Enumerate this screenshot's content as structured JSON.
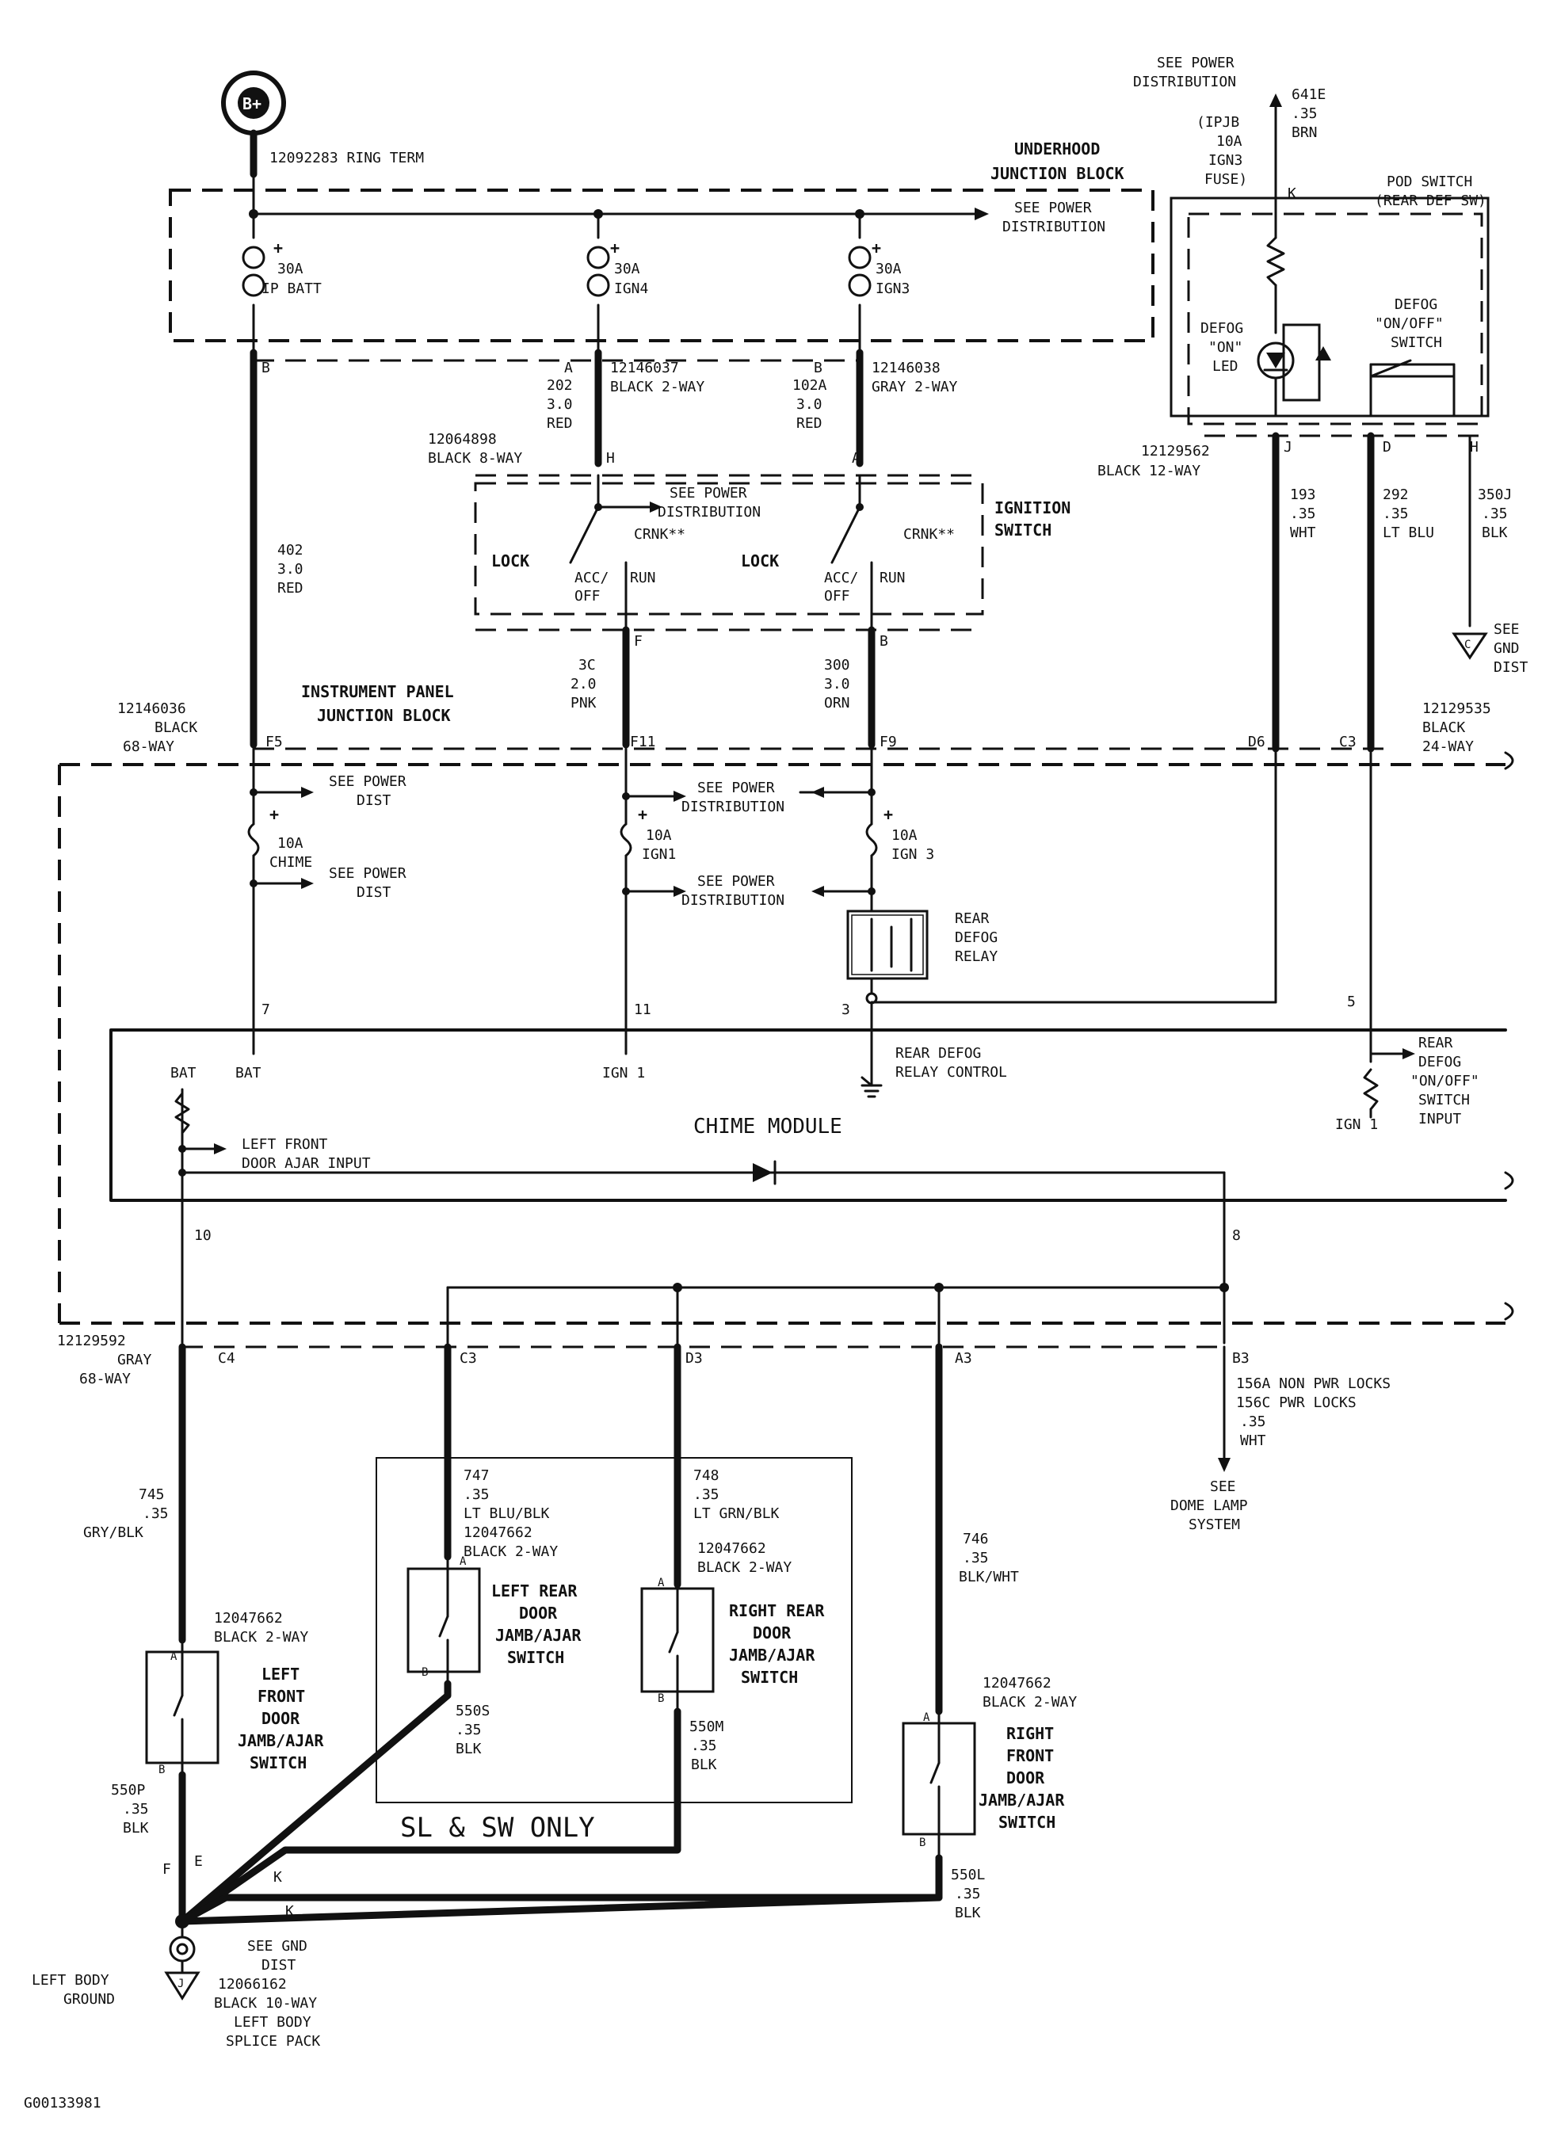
{
  "battery": {
    "label": "B+",
    "terminal": "12092283 RING TERM"
  },
  "underhood_block": {
    "title": [
      "UNDERHOOD",
      "JUNCTION BLOCK"
    ],
    "see_power": [
      "SEE POWER",
      "DISTRIBUTION"
    ],
    "fuses": [
      {
        "rating": "30A",
        "name": "IP BATT"
      },
      {
        "rating": "30A",
        "name": "IGN4"
      },
      {
        "rating": "30A",
        "name": "IGN3"
      }
    ]
  },
  "top_right": {
    "see_power": [
      "SEE POWER",
      "DISTRIBUTION"
    ],
    "wire": [
      "641E",
      ".35",
      "BRN"
    ],
    "fuse_note": [
      "(IPJB",
      "10A",
      "IGN3",
      "FUSE)"
    ],
    "pin_k": "K"
  },
  "pod_switch": {
    "title": [
      "POD SWITCH",
      "(REAR DEF SW)"
    ],
    "led": [
      "DEFOG",
      "\"ON\"",
      "LED"
    ],
    "switch": [
      "DEFOG",
      "\"ON/OFF\"",
      "SWITCH"
    ],
    "connector": [
      "12129562",
      "BLACK 12-WAY"
    ],
    "pins": [
      "J",
      "D",
      "H"
    ]
  },
  "pod_wires": [
    {
      "circuit": "193",
      "size": ".35",
      "color": "WHT"
    },
    {
      "circuit": "292",
      "size": ".35",
      "color": "LT BLU"
    },
    {
      "circuit": "350J",
      "size": ".35",
      "color": "BLK"
    }
  ],
  "see_gnd_dist": [
    "SEE",
    "GND",
    "DIST"
  ],
  "gnd_letter": "C",
  "connectors_top": [
    {
      "text": [
        "A",
        "12146037",
        "BLACK 2-WAY"
      ]
    },
    {
      "text": [
        "B",
        "12146038",
        "GRAY 2-WAY"
      ]
    }
  ],
  "wires_top": [
    {
      "circuit": "202",
      "size": "3.0",
      "color": "RED"
    },
    {
      "circuit": "102A",
      "size": "3.0",
      "color": "RED"
    },
    {
      "circuit": "402",
      "size": "3.0",
      "color": "RED"
    },
    {
      "circuit": "3C",
      "size": "2.0",
      "color": "PNK"
    },
    {
      "circuit": "300",
      "size": "3.0",
      "color": "ORN"
    }
  ],
  "ignition_switch": {
    "title": [
      "IGNITION",
      "SWITCH"
    ],
    "connector": [
      "12064898",
      "BLACK 8-WAY"
    ],
    "pin_h": "H",
    "pin_a": "A",
    "pin_f": "F",
    "pin_b": "B",
    "see_power": [
      "SEE POWER",
      "DISTRIBUTION"
    ],
    "positions": [
      "LOCK",
      "ACC/",
      "OFF",
      "RUN",
      "CRNK**",
      "LOCK",
      "ACC/",
      "OFF",
      "RUN",
      "CRNK**"
    ]
  },
  "ipjb": {
    "title": [
      "INSTRUMENT PANEL",
      "JUNCTION BLOCK"
    ],
    "connector": [
      "12146036",
      "BLACK",
      "68-WAY"
    ],
    "pins": [
      "F5",
      "F11",
      "F9",
      "D6",
      "C3"
    ],
    "connector_right": [
      "12129535",
      "BLACK",
      "24-WAY"
    ],
    "fuses": [
      {
        "rating": "10A",
        "name": "CHIME"
      },
      {
        "rating": "10A",
        "name": "IGN1"
      },
      {
        "rating": "10A",
        "name": "IGN 3"
      }
    ],
    "see_power_dist": [
      "SEE POWER",
      "DIST"
    ],
    "see_power_distribution": [
      "SEE POWER",
      "DISTRIBUTION"
    ],
    "relay": [
      "REAR",
      "DEFOG",
      "RELAY"
    ],
    "pins_bottom": [
      "7",
      "11",
      "3",
      "5"
    ]
  },
  "chime_module": {
    "title": "CHIME MODULE",
    "inputs": [
      "BAT",
      "IGN 1",
      "REAR DEFOG",
      "RELAY CONTROL"
    ],
    "bat": "BAT",
    "left_front": [
      "LEFT FRONT",
      "DOOR AJAR INPUT"
    ],
    "rear_defog": [
      "REAR",
      "DEFOG",
      "\"ON/OFF\"",
      "SWITCH",
      "INPUT"
    ],
    "ign1": "IGN 1",
    "pins": [
      "10",
      "8"
    ]
  },
  "lower_connector": {
    "text": [
      "12129592",
      "GRAY",
      "68-WAY"
    ],
    "pins": [
      "C4",
      "C3",
      "D3",
      "A3",
      "B3"
    ]
  },
  "dome": {
    "wires": [
      "156A NON PWR LOCKS",
      "156C PWR LOCKS",
      ".35",
      "WHT"
    ],
    "see": [
      "SEE",
      "DOME LAMP",
      "SYSTEM"
    ]
  },
  "door_wires": [
    {
      "circuit": "745",
      "size": ".35",
      "color": "GRY/BLK"
    },
    {
      "circuit": "747",
      "size": ".35",
      "color": "LT BLU/BLK"
    },
    {
      "circuit": "748",
      "size": ".35",
      "color": "LT GRN/BLK"
    },
    {
      "circuit": "746",
      "size": ".35",
      "color": "BLK/WHT"
    }
  ],
  "door_switches": [
    {
      "connector": [
        "12047662",
        "BLACK 2-WAY"
      ],
      "name": [
        "LEFT",
        "FRONT",
        "DOOR",
        "JAMB/AJAR",
        "SWITCH"
      ]
    },
    {
      "connector": [
        "12047662",
        "BLACK 2-WAY"
      ],
      "name": [
        "LEFT REAR",
        "DOOR",
        "JAMB/AJAR",
        "SWITCH"
      ]
    },
    {
      "connector": [
        "12047662",
        "BLACK 2-WAY"
      ],
      "name": [
        "RIGHT REAR",
        "DOOR",
        "JAMB/AJAR",
        "SWITCH"
      ]
    },
    {
      "connector": [
        "12047662",
        "BLACK 2-WAY"
      ],
      "name": [
        "RIGHT",
        "FRONT",
        "DOOR",
        "JAMB/AJAR",
        "SWITCH"
      ]
    }
  ],
  "ground_wires": [
    {
      "circuit": "550P",
      "size": ".35",
      "color": "BLK"
    },
    {
      "circuit": "550S",
      "size": ".35",
      "color": "BLK"
    },
    {
      "circuit": "550M",
      "size": ".35",
      "color": "BLK"
    },
    {
      "circuit": "550L",
      "size": ".35",
      "color": "BLK"
    }
  ],
  "sl_sw_only": "SL & SW ONLY",
  "splice": {
    "pins": [
      "F",
      "E",
      "K",
      "K"
    ],
    "see": [
      "SEE GND",
      "DIST"
    ],
    "pack": [
      "12066162",
      "BLACK 10-WAY",
      "LEFT BODY",
      "SPLICE PACK"
    ],
    "ground": [
      "LEFT BODY",
      "GROUND"
    ],
    "gnd_letter": "J"
  },
  "figure_id": "G00133981"
}
